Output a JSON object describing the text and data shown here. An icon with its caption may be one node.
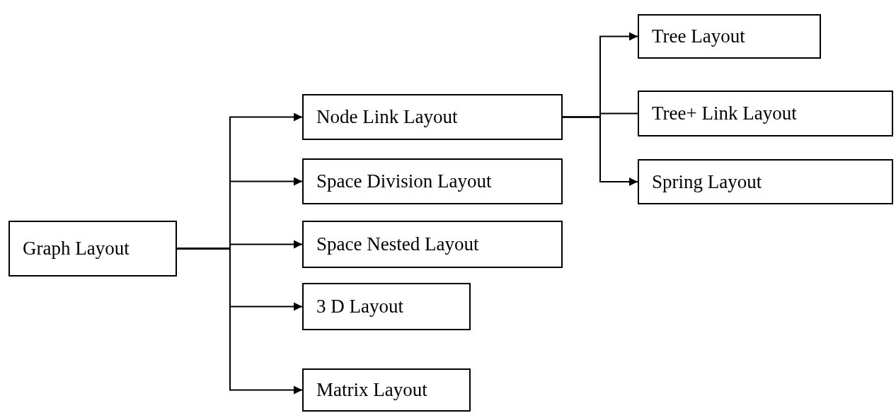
{
  "diagram": {
    "nodes": [
      {
        "text": [
          "Graph Layout"
        ]
      },
      {
        "text": [
          "Node Link Layout"
        ]
      },
      {
        "text": [
          "Space Division Layout"
        ]
      },
      {
        "text": [
          "Space Nested Layout"
        ]
      },
      {
        "text": [
          "3 D Layout"
        ]
      },
      {
        "text": [
          "Matrix Layout"
        ]
      },
      {
        "text": [
          "Tree Layout"
        ]
      },
      {
        "text": [
          "Tree+ Link Layout"
        ]
      },
      {
        "text": [
          "Spring Layout"
        ]
      }
    ],
    "edges": [
      {
        "from": 0,
        "to": 1,
        "arrow": "to"
      },
      {
        "from": 0,
        "to": 2,
        "arrow": "to"
      },
      {
        "from": 0,
        "to": 3,
        "arrow": "to"
      },
      {
        "from": 0,
        "to": 4,
        "arrow": "to"
      },
      {
        "from": 0,
        "to": 5,
        "arrow": "to"
      },
      {
        "from": 1,
        "to": 6,
        "arrow": "to"
      },
      {
        "from": 1,
        "to": 7,
        "arrow": "none"
      },
      {
        "from": 1,
        "to": 8,
        "arrow": "to"
      }
    ]
  }
}
